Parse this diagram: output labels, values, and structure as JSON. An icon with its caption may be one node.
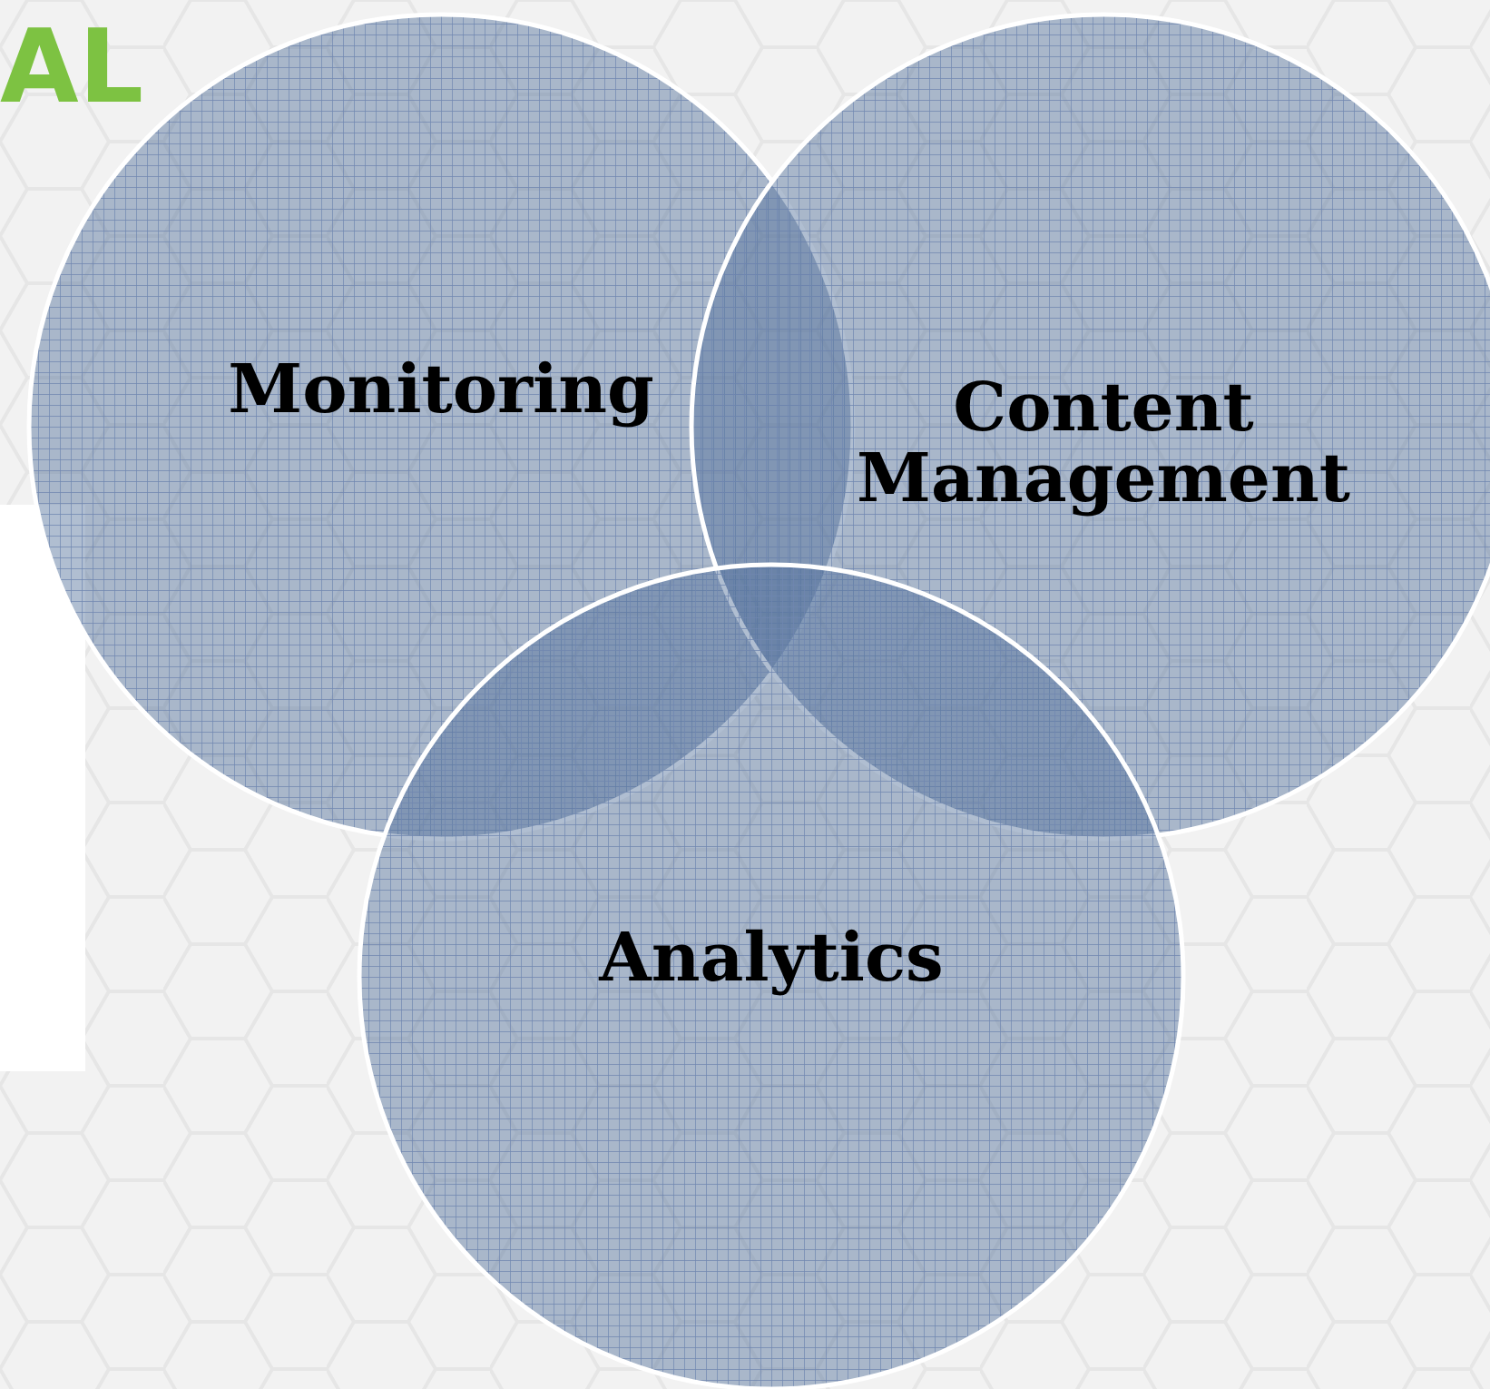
{
  "diagram": {
    "nodes": [
      {
        "text": [
          "Monitoring"
        ]
      },
      {
        "text": [
          "Content Management"
        ]
      },
      {
        "text": [
          "Analytics"
        ]
      }
    ],
    "labels": [
      "AL"
    ]
  }
}
